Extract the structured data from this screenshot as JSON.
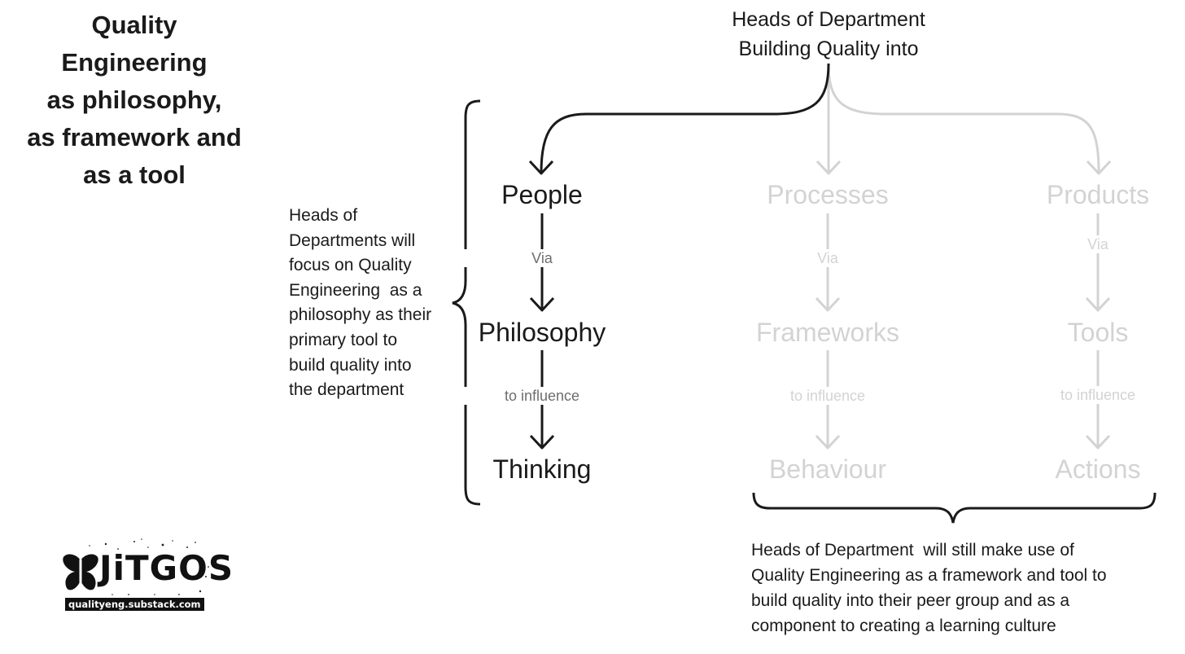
{
  "title": {
    "lines": [
      "Quality",
      "Engineering",
      "as philosophy,",
      "as framework and",
      "as a tool"
    ]
  },
  "top": {
    "lines": [
      "Heads of Department",
      "Building Quality into"
    ]
  },
  "columns": [
    {
      "id": "people",
      "active": true,
      "nodes": [
        "People",
        "Philosophy",
        "Thinking"
      ],
      "connectors": [
        "Via",
        "to influence"
      ]
    },
    {
      "id": "processes",
      "active": false,
      "nodes": [
        "Processes",
        "Frameworks",
        "Behaviour"
      ],
      "connectors": [
        "Via",
        "to influence"
      ]
    },
    {
      "id": "products",
      "active": false,
      "nodes": [
        "Products",
        "Tools",
        "Actions"
      ],
      "connectors": [
        "Via",
        "to influence"
      ]
    }
  ],
  "left_note": {
    "lines": [
      "Heads of",
      "Departments will",
      "focus on Quality",
      "Engineering  as a",
      "philosophy as their",
      "primary tool to",
      "build quality into",
      "the department"
    ]
  },
  "bottom_note": {
    "lines": [
      "Heads of Department  will still make use of",
      "Quality Engineering as a framework and tool to",
      "build quality into their peer group and as a",
      "component to creating a learning culture"
    ]
  },
  "logo": {
    "wordmark": "JiTGOS",
    "url": "qualityeng.substack.com",
    "icon": "butterfly-icon"
  },
  "colors": {
    "dark": "#1a1a1a",
    "light": "#d3d3d3",
    "connector_label_dark": "#6e6e6e"
  }
}
